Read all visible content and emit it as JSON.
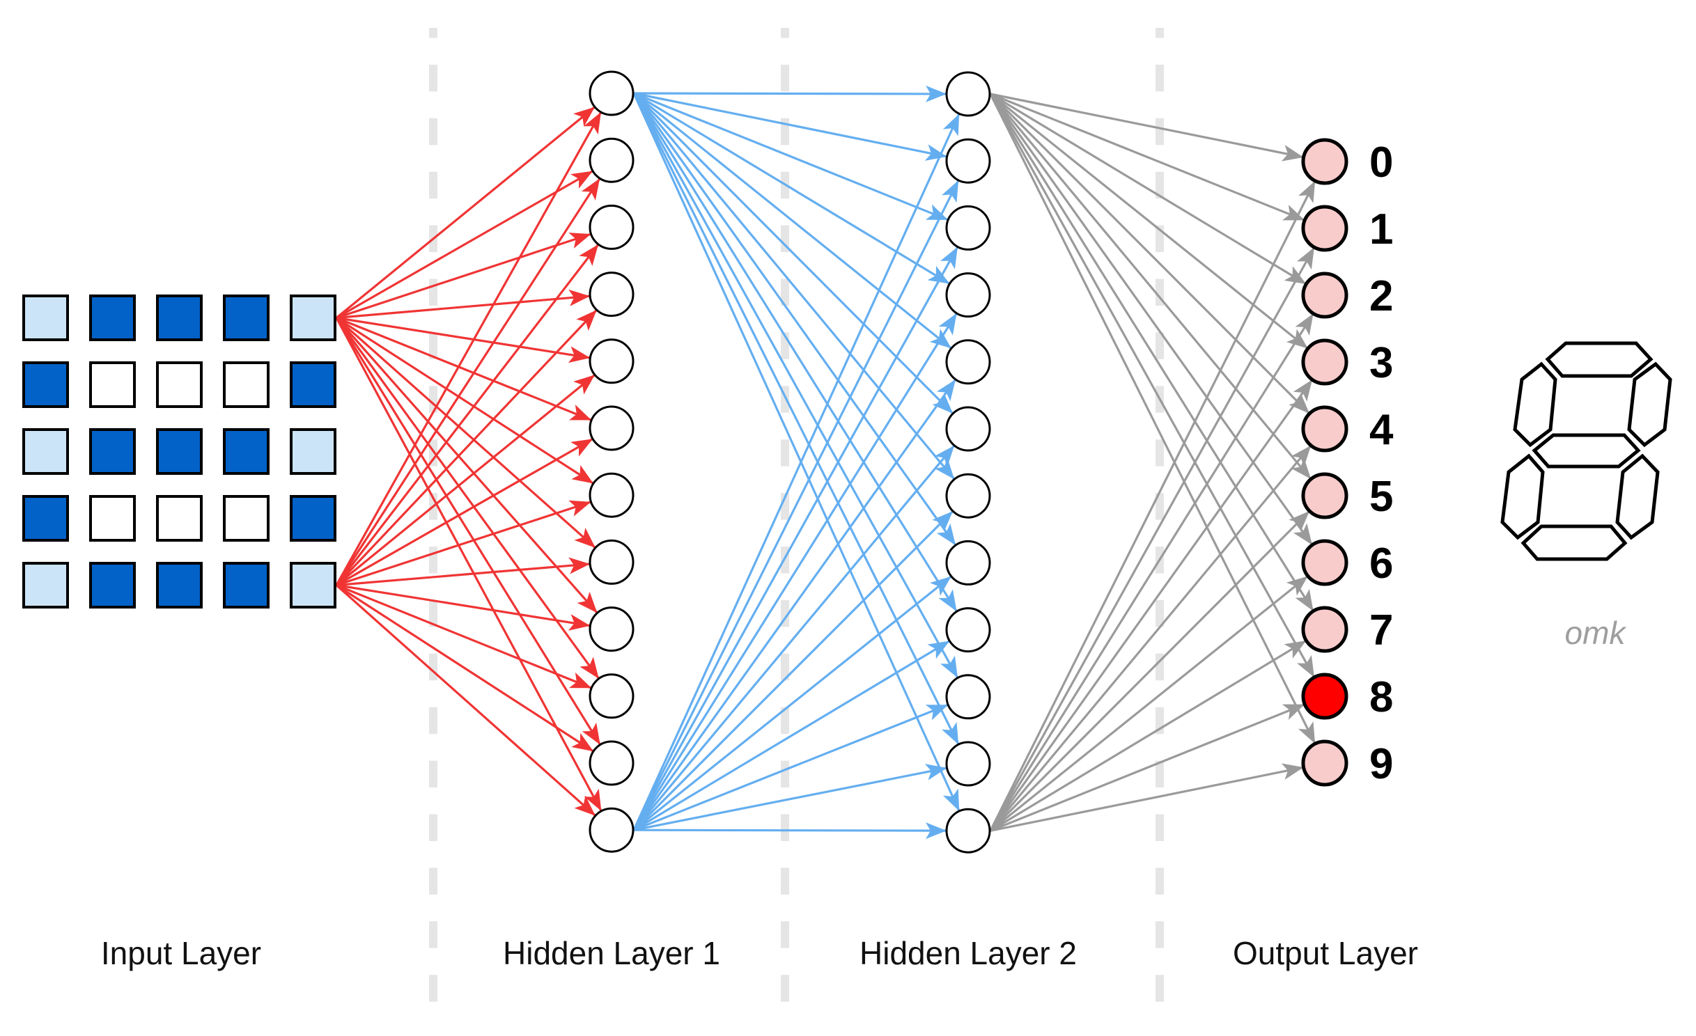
{
  "diagram": {
    "type": "feed-forward neural network",
    "colors": {
      "input_active": "#0262c8",
      "input_partial": "#cce4f8",
      "input_inactive": "#ffffff",
      "edge_input_hidden1": "#f03434",
      "edge_hidden1_hidden2": "#64aef0",
      "edge_hidden2_output": "#9a9a9a",
      "output_node": "#f9cccc",
      "output_node_predicted": "#ff0000",
      "divider": "#e5e5e5",
      "outline": "#000000"
    },
    "layers": [
      {
        "id": "input",
        "label": "Input Layer"
      },
      {
        "id": "hidden1",
        "label": "Hidden Layer 1",
        "node_count": 12
      },
      {
        "id": "hidden2",
        "label": "Hidden Layer 2",
        "node_count": 12
      },
      {
        "id": "output",
        "label": "Output Layer",
        "node_count": 10
      }
    ],
    "input_grid": {
      "rows": 5,
      "cols": 5,
      "legend": {
        "2": "active",
        "1": "partial",
        "0": "inactive"
      },
      "cells": [
        [
          1,
          2,
          2,
          2,
          1
        ],
        [
          2,
          0,
          0,
          0,
          2
        ],
        [
          1,
          2,
          2,
          2,
          1
        ],
        [
          2,
          0,
          0,
          0,
          2
        ],
        [
          1,
          2,
          2,
          2,
          1
        ]
      ]
    },
    "connections": {
      "input_sources": [
        [
          0,
          4
        ],
        [
          4,
          4
        ]
      ],
      "hidden1_sources": [
        0,
        11
      ],
      "hidden2_sources": [
        0,
        11
      ]
    },
    "output_classes": [
      "0",
      "1",
      "2",
      "3",
      "4",
      "5",
      "6",
      "7",
      "8",
      "9"
    ],
    "predicted_class": "8",
    "display": {
      "digit": "8",
      "segments_on": [
        "top",
        "upper-left",
        "upper-right",
        "middle",
        "lower-left",
        "lower-right",
        "bottom"
      ],
      "signature": "omk"
    }
  }
}
